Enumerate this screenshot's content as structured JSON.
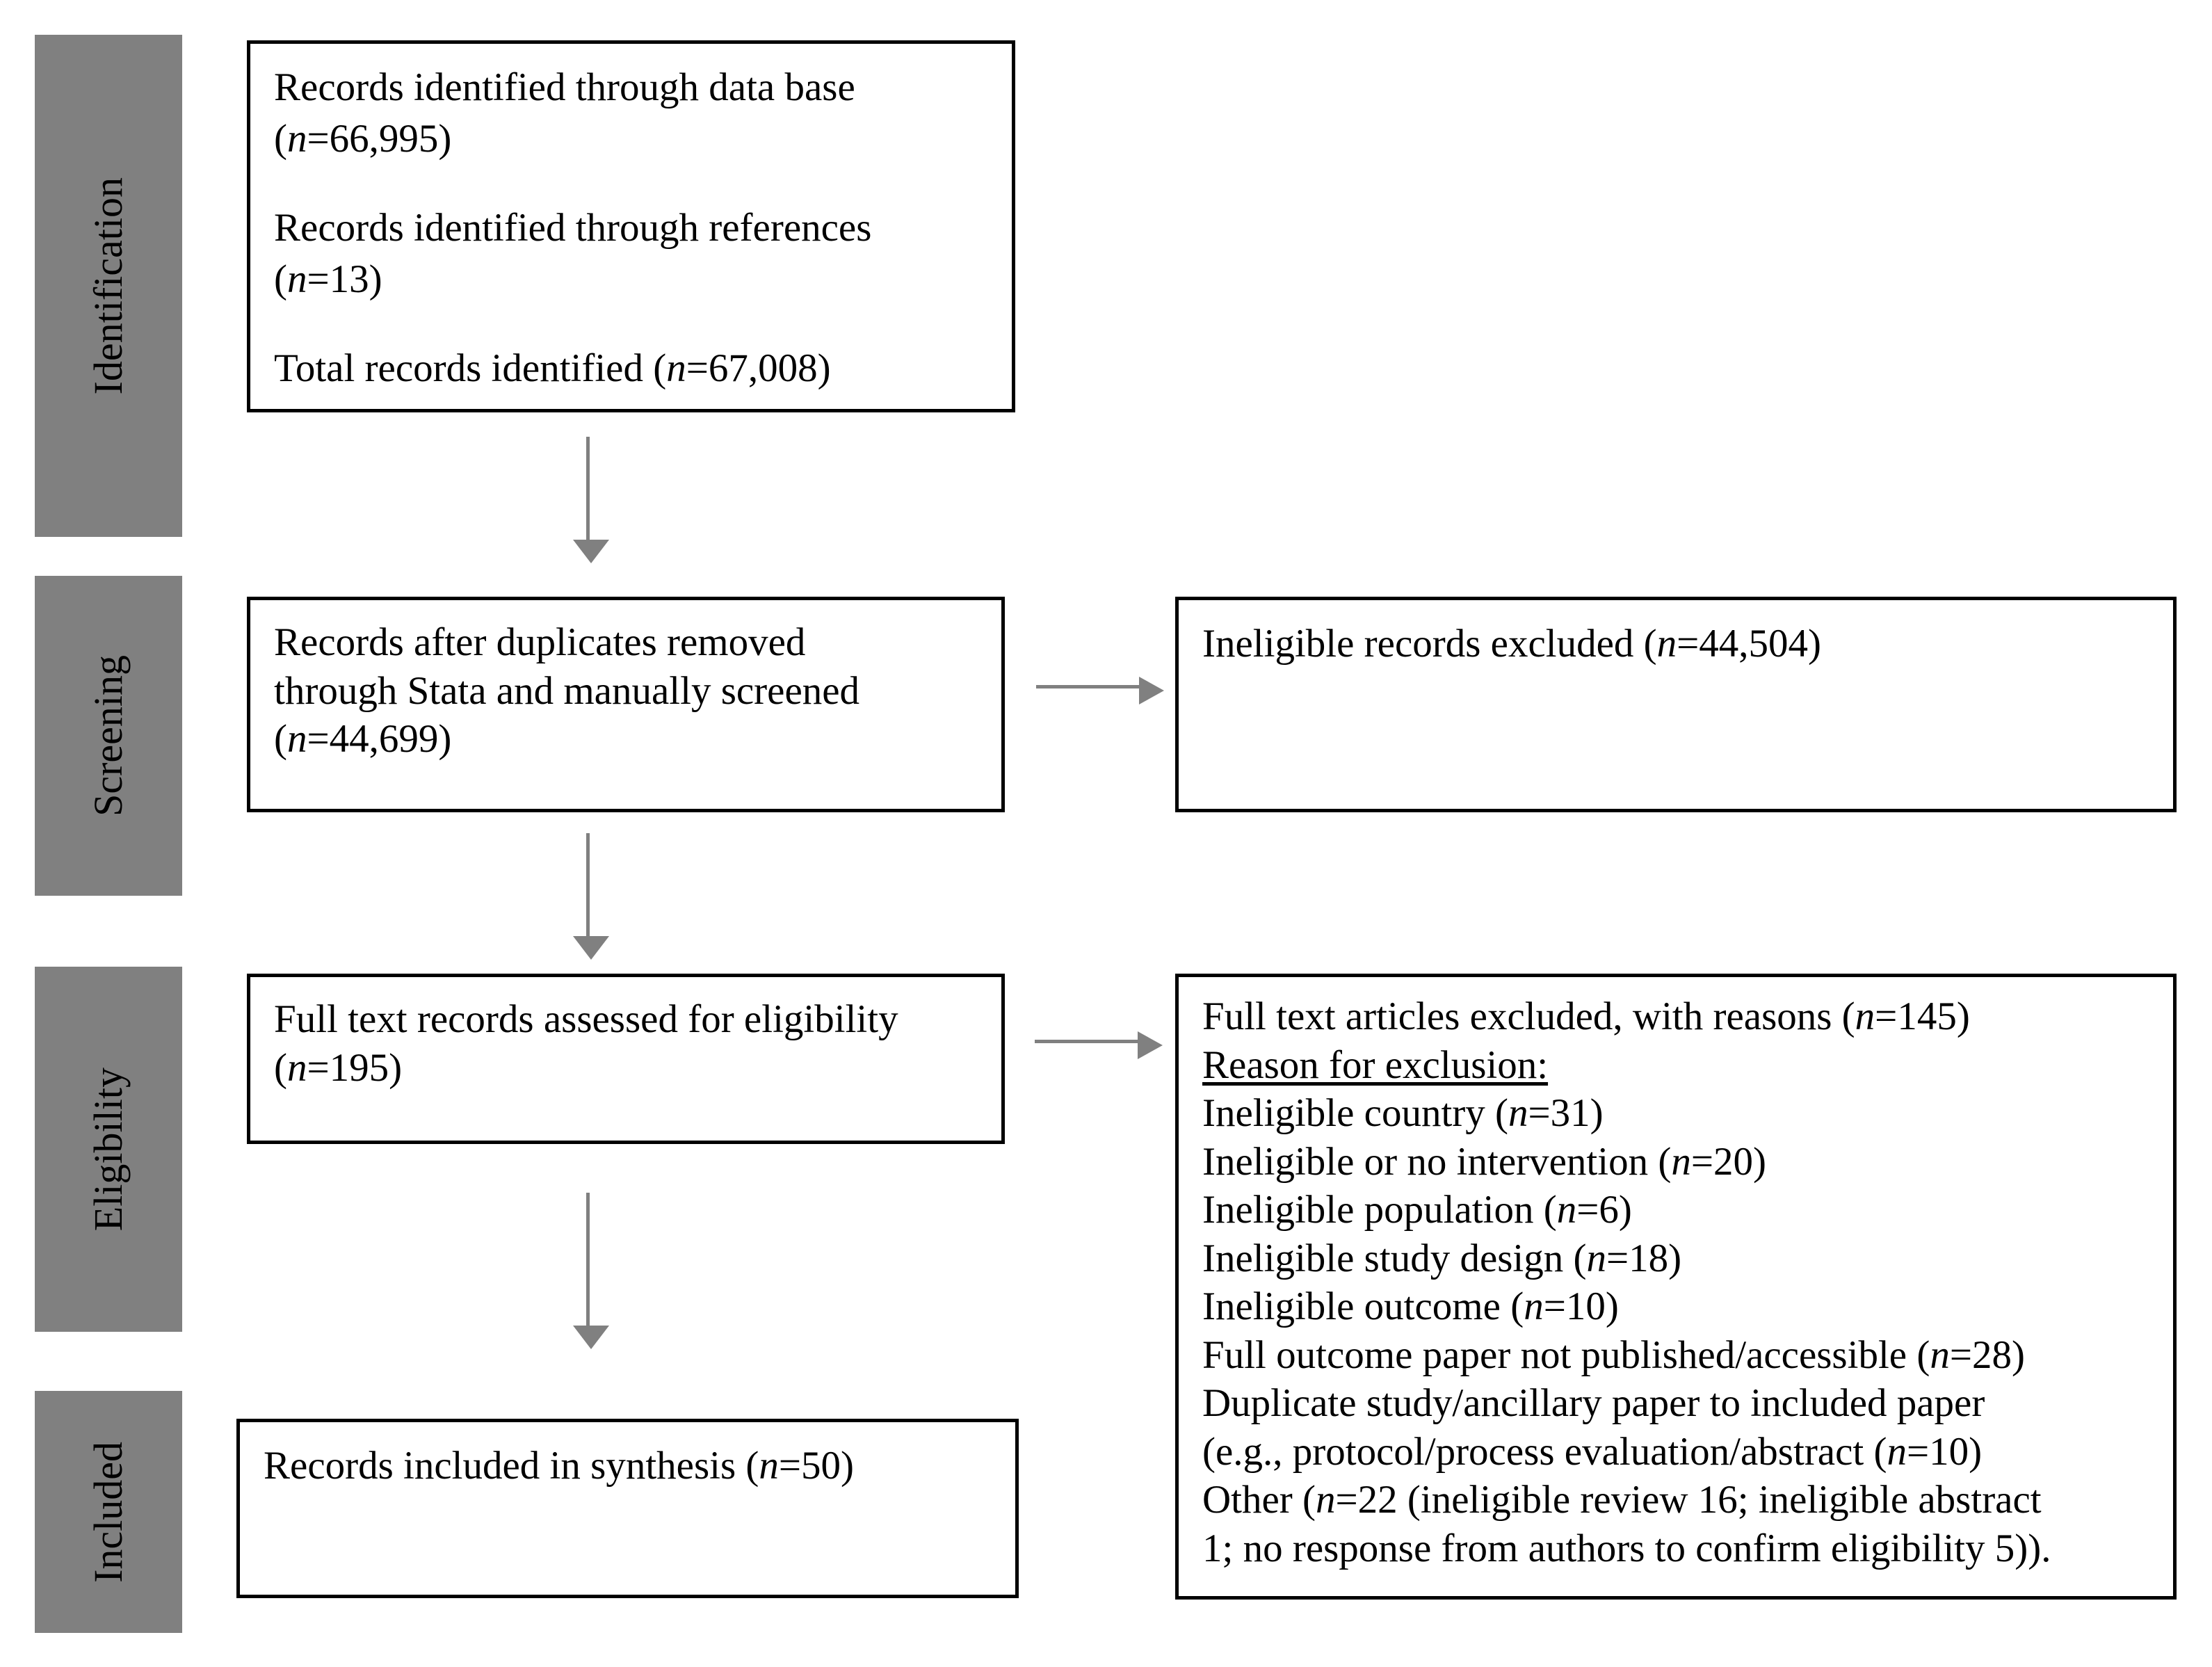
{
  "diagram": {
    "type": "prisma-flow-diagram",
    "accent_color": "#808080",
    "border_color": "#000000",
    "background_color": "#ffffff"
  },
  "stages": [
    {
      "id": "identification",
      "label": "Identification"
    },
    {
      "id": "screening",
      "label": "Screening"
    },
    {
      "id": "eligibility",
      "label": "Eligibility"
    },
    {
      "id": "included",
      "label": "Included"
    }
  ],
  "boxes": {
    "identification": {
      "line1_text": "Records identified through data base",
      "line1_n": "(n=66,995)",
      "line2_text": "Records identified through references",
      "line2_n": "(n=13)",
      "line3_text": "Total records identified (n=67,008)"
    },
    "screening": {
      "line1": "Records after duplicates removed",
      "line2": "through Stata and manually screened",
      "line3": "(n=44,699)"
    },
    "screening_excluded": {
      "line1": "Ineligible records excluded (n=44,504)"
    },
    "eligibility": {
      "line1": "Full text records assessed for eligibility",
      "line2": "(n=195)"
    },
    "eligibility_excluded": {
      "heading": "Full text articles excluded, with reasons (n=145)",
      "subheading": "Reason for exclusion:",
      "reasons": [
        "Ineligible country (n=31)",
        "Ineligible or no intervention (n=20)",
        "Ineligible population (n=6)",
        "Ineligible study design (n=18)",
        "Ineligible outcome (n=10)",
        "Full outcome paper not published/accessible (n=28)",
        "Duplicate study/ancillary paper to included paper",
        "(e.g., protocol/process evaluation/abstract (n=10)",
        "Other (n=22 (ineligible review 16; ineligible abstract",
        "1; no response from authors to confirm eligibility 5))."
      ]
    },
    "included": {
      "line1": "Records included in synthesis (n=50)"
    }
  },
  "arrows": [
    {
      "id": "identification-to-screening",
      "direction": "down"
    },
    {
      "id": "screening-to-excluded",
      "direction": "right"
    },
    {
      "id": "screening-to-eligibility",
      "direction": "down"
    },
    {
      "id": "eligibility-to-excluded",
      "direction": "right"
    },
    {
      "id": "eligibility-to-included",
      "direction": "down"
    }
  ]
}
